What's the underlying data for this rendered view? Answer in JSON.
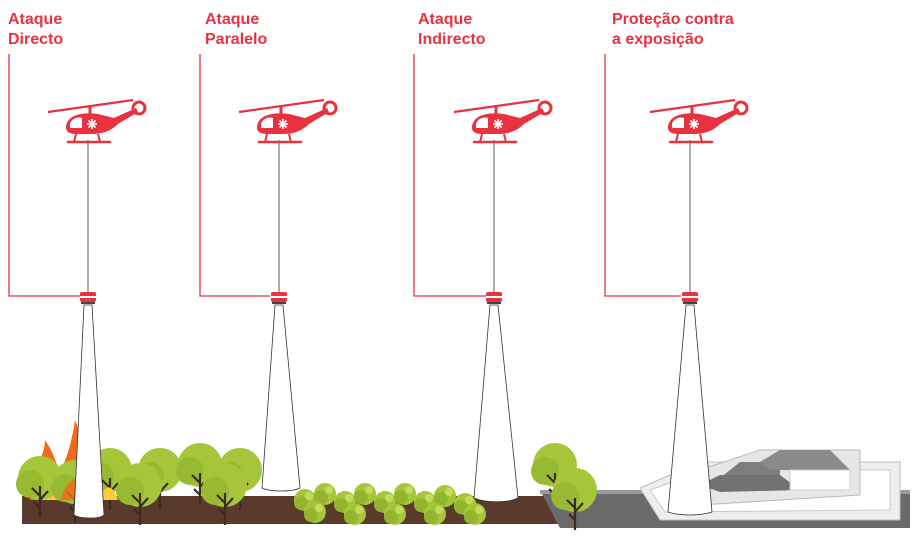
{
  "panels": [
    {
      "id": "direct",
      "title": "Ataque\nDirecto"
    },
    {
      "id": "parallel",
      "title": "Ataque\nParalelo"
    },
    {
      "id": "indirect",
      "title": "Ataque\nIndirecto"
    },
    {
      "id": "exposure",
      "title": "Proteção contra\na exposição"
    }
  ],
  "colors": {
    "accent": "#e8323f",
    "foliage": "#a6c63a",
    "foliage_dark": "#8cae2a",
    "trunk": "#3b2a20",
    "ground": "#5a3a2c",
    "fire": "#f26a1b",
    "road": "#6a6a6a",
    "building_roof": "#8a8a8a"
  },
  "icons": [
    "helicopter-icon",
    "water-bucket-icon",
    "fire-icon",
    "tree-icon",
    "building-icon"
  ]
}
